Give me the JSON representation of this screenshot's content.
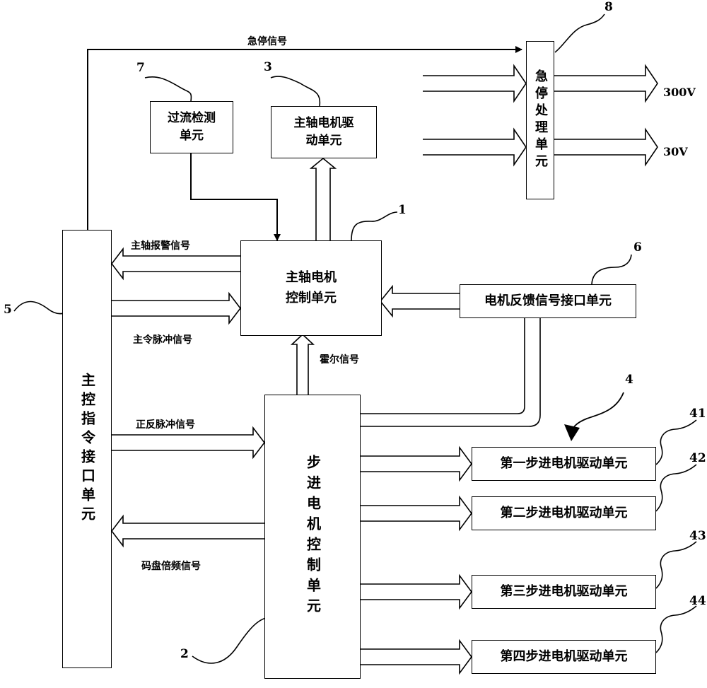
{
  "blocks": {
    "spindle_control": "主轴电机\n控制单元",
    "stepper_control": "步进电机控制单元",
    "spindle_drive": "主轴电机驱\n动单元",
    "stepper_group_label": "4",
    "stepper_drive_1": "第一步进电机驱动单元",
    "stepper_drive_2": "第二步进电机驱动单元",
    "stepper_drive_3": "第三步进电机驱动单元",
    "stepper_drive_4": "第四步进电机驱动单元",
    "main_interface": "主控指令接口单元",
    "feedback_interface": "电机反馈信号接口单元",
    "overcurrent": "过流检测\n单元",
    "estop": "急停处理单元"
  },
  "signals": {
    "estop_signal": "急停信号",
    "spindle_alarm": "主轴报警信号",
    "main_pulse": "主令脉冲信号",
    "hall": "霍尔信号",
    "dir_pulse": "正反脉冲信号",
    "encoder": "码盘倍频信号",
    "v300": "300V",
    "v30": "30V"
  },
  "refs": {
    "r1": "1",
    "r2": "2",
    "r3": "3",
    "r4": "4",
    "r5": "5",
    "r6": "6",
    "r7": "7",
    "r8": "8",
    "r41": "41",
    "r42": "42",
    "r43": "43",
    "r44": "44"
  }
}
